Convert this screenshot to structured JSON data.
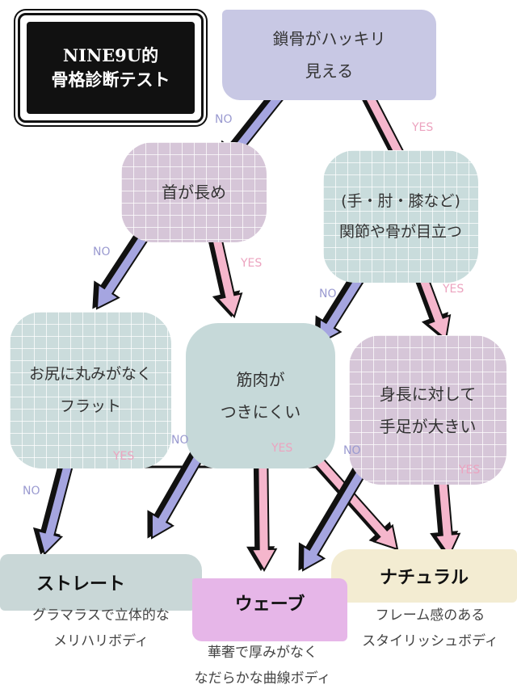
{
  "title": {
    "line1": "NINE9U的",
    "line2": "骨格診断テスト"
  },
  "questions": {
    "q1": [
      "鎖骨がハッキリ",
      "見える"
    ],
    "q2": [
      "首が長め"
    ],
    "q3": [
      "(手・肘・膝など)",
      "関節や骨が目立つ"
    ],
    "q4": [
      "お尻に丸みがなく",
      "フラット"
    ],
    "q5": [
      "筋肉が",
      "つきにくい"
    ],
    "q6": [
      "身長に対して",
      "手足が大きい"
    ]
  },
  "labels": {
    "no": "NO",
    "yes": "YES"
  },
  "results": [
    {
      "name": "ストレート",
      "desc": [
        "グラマラスで立体的な",
        "メリハリボディ"
      ]
    },
    {
      "name": "ウェーブ",
      "desc": [
        "華奢で厚みがなく",
        "なだらかな曲線ボディ"
      ]
    },
    {
      "name": "ナチュラル",
      "desc": [
        "フレーム感のある",
        "スタイリッシュボディ"
      ]
    }
  ],
  "colors": {
    "no_arrow": "#a5a5e0",
    "yes_arrow": "#f5b6cc",
    "outline": "#111111"
  }
}
